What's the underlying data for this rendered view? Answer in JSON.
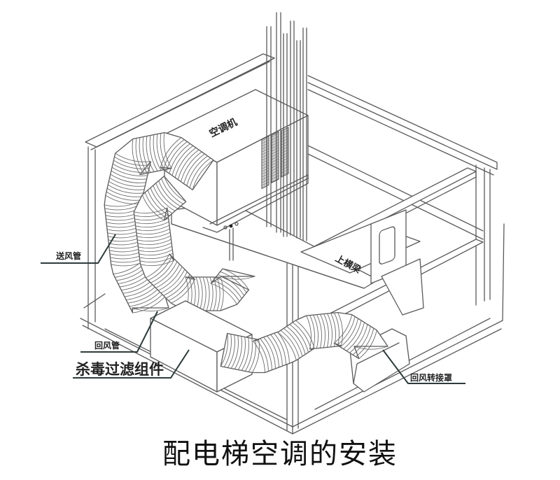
{
  "diagram": {
    "caption": "配电梯空调的安装",
    "labels": {
      "air_conditioner": "空调机",
      "supply_duct": "送风管",
      "return_duct": "回风管",
      "disinfection_filter": "杀毒过滤组件",
      "upper_crossbeam": "上横梁",
      "return_adapter_hood": "回风转接罩"
    },
    "colors": {
      "line": "#5a5a5a",
      "leader": "#2e3b3b",
      "background": "#ffffff"
    }
  }
}
